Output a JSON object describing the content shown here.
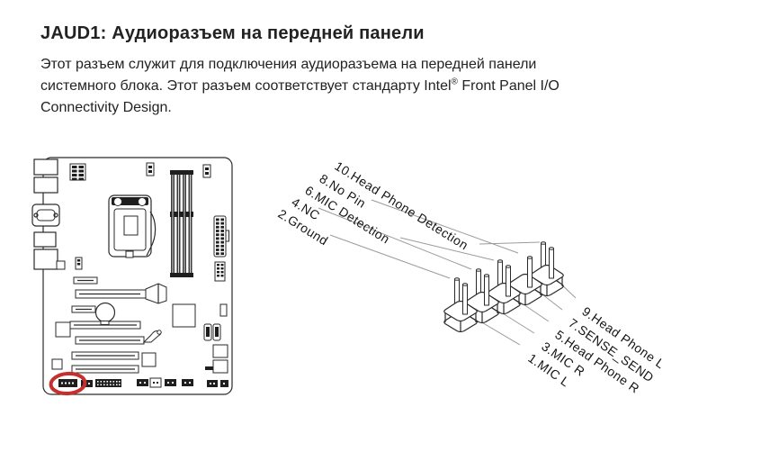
{
  "page": {
    "title": "JAUD1: Аудиоразъем на передней панели",
    "body": {
      "line1": "Этот разъем служит для подключения аудиоразъема на передней панели",
      "line2_before": "системного блока. Этот разъем соответствует стандарту Intel",
      "line2_sup": "®",
      "line2_after": " Front Panel I/O",
      "line3": "Connectivity Design."
    }
  },
  "board_diagram": {
    "highlighted_connector": "JAUD1",
    "highlight_color": "#C5302E"
  },
  "pin_diagram": {
    "connector": "JAUD1",
    "top_row_labels": [
      {
        "pin": "10",
        "label": "10.Head Phone Detection"
      },
      {
        "pin": "8",
        "label": "8.No Pin"
      },
      {
        "pin": "6",
        "label": "6.MIC Detection"
      },
      {
        "pin": "4",
        "label": "4.NC"
      },
      {
        "pin": "2",
        "label": "2.Ground"
      }
    ],
    "bottom_row_labels": [
      {
        "pin": "9",
        "label": "9.Head Phone L"
      },
      {
        "pin": "7",
        "label": "7.SENSE_SEND"
      },
      {
        "pin": "5",
        "label": "5.Head Phone R"
      },
      {
        "pin": "3",
        "label": "3.MIC R"
      },
      {
        "pin": "1",
        "label": "1.MIC L"
      }
    ]
  }
}
